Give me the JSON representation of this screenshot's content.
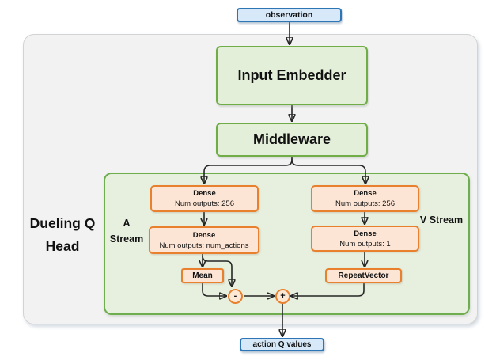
{
  "nodes": {
    "observation": {
      "label": "observation"
    },
    "input_embedder": {
      "label": "Input Embedder"
    },
    "middleware": {
      "label": "Middleware"
    },
    "dueling_head": {
      "label": "Dueling Q Head"
    },
    "a_stream": {
      "label": "A Stream"
    },
    "v_stream": {
      "label": "V Stream"
    },
    "a_dense_1": {
      "title": "Dense",
      "subtitle": "Num outputs: 256"
    },
    "a_dense_2": {
      "title": "Dense",
      "subtitle": "Num outputs: num_actions"
    },
    "v_dense_1": {
      "title": "Dense",
      "subtitle": "Num outputs: 256"
    },
    "v_dense_2": {
      "title": "Dense",
      "subtitle": "Num outputs: 1"
    },
    "mean": {
      "label": "Mean"
    },
    "repeat_vector": {
      "label": "RepeatVector"
    },
    "subtract_node": {
      "label": "-"
    },
    "add_node": {
      "label": "+"
    },
    "action_q_values": {
      "label": "action Q values"
    }
  },
  "colors": {
    "blue_fill": "#d7e9f9",
    "blue_border": "#2e75b6",
    "green_fill": "#e4efda",
    "green_border": "#70ad47",
    "head_container_fill": "#e7f0de",
    "orange_fill": "#fce5d5",
    "orange_border": "#e8802e",
    "outer_container_fill": "#f2f2f2",
    "outer_container_border": "#d3d3d3",
    "connector_line": "#262626"
  }
}
